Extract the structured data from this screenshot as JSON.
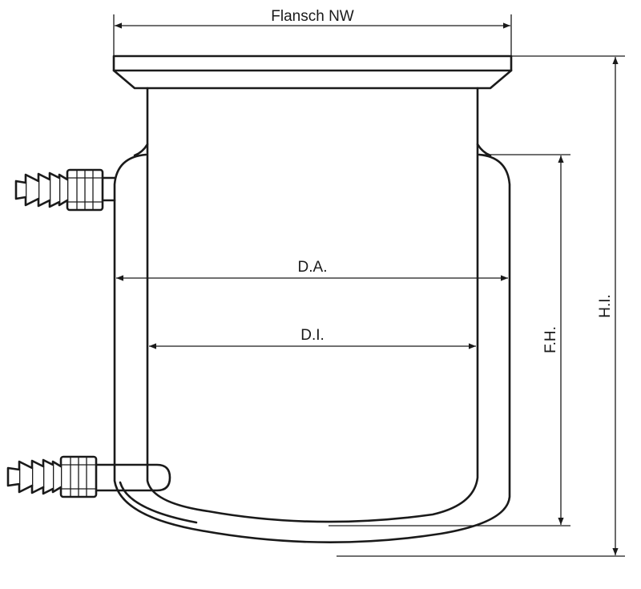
{
  "labels": {
    "flange": "Flansch NW",
    "outer_diameter": "D.A.",
    "inner_diameter": "D.I.",
    "fill_height": "F.H.",
    "inner_height": "H.I."
  },
  "colors": {
    "line": "#1a1a1a",
    "background": "#ffffff"
  }
}
